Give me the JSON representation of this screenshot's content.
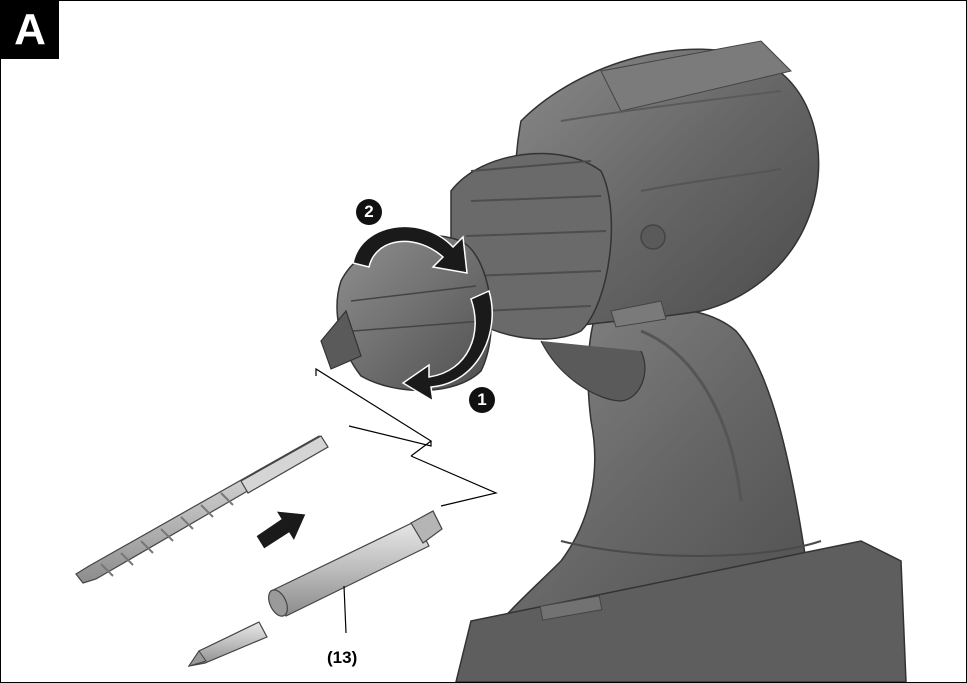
{
  "figure": {
    "panel_label": "A",
    "steps": [
      "1",
      "2"
    ],
    "callouts": [
      {
        "label": "(13)",
        "target": "bit-holder"
      }
    ]
  },
  "colors": {
    "drill_body": "#6f6f6f",
    "drill_dark": "#4a4a4a",
    "drill_light": "#9a9a9a",
    "accessory": "#c8c8c8",
    "accessory_dark": "#8a8a8a",
    "arrow": "#1a1a1a",
    "line": "#000000"
  },
  "icons": [
    "rotation-arrow-icon",
    "insert-arrow-icon"
  ]
}
